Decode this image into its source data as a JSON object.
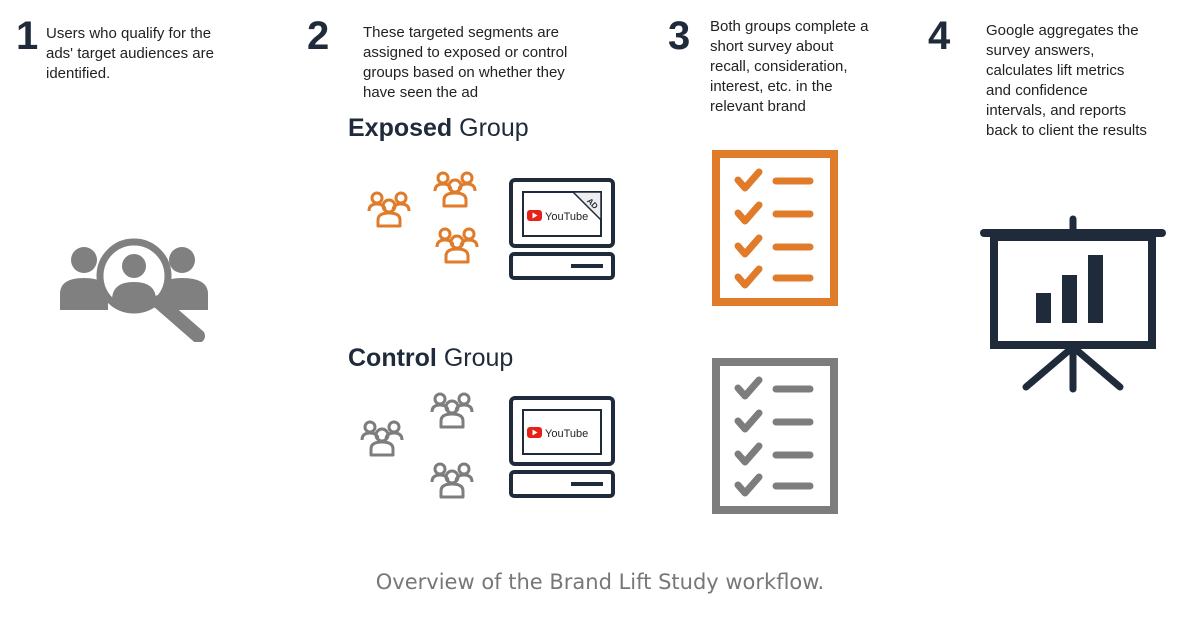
{
  "steps": [
    {
      "number": "1",
      "lines": [
        "Users who qualify for the",
        "ads' target audiences are",
        "identified."
      ]
    },
    {
      "number": "2",
      "lines": [
        "These targeted segments are",
        "assigned to exposed or control",
        "groups based on whether they",
        "have seen the ad"
      ]
    },
    {
      "number": "3",
      "lines": [
        "Both groups complete a",
        "short survey about",
        "recall, consideration,",
        "interest, etc. in the",
        "relevant brand"
      ]
    },
    {
      "number": "4",
      "lines": [
        "Google aggregates the",
        "survey answers,",
        "calculates lift metrics",
        "and confidence",
        "intervals, and reports",
        "back to client the results"
      ]
    }
  ],
  "groups": {
    "exposed": {
      "strong": "Exposed",
      "rest": " Group"
    },
    "control": {
      "strong": "Control",
      "rest": " Group"
    }
  },
  "monitor": {
    "brand": "YouTube",
    "ad_tag": "AD"
  },
  "caption": "Overview of the Brand Lift Study workflow.",
  "colors": {
    "exposed": "#e07b2a",
    "control": "#7d7d7d",
    "dark": "#1f2a3a",
    "icon_gray": "#808080",
    "youtube_red": "#e62117"
  },
  "icons": [
    "audience-search-icon",
    "people-group-icon",
    "monitor-icon",
    "checklist-icon",
    "presentation-chart-icon"
  ]
}
